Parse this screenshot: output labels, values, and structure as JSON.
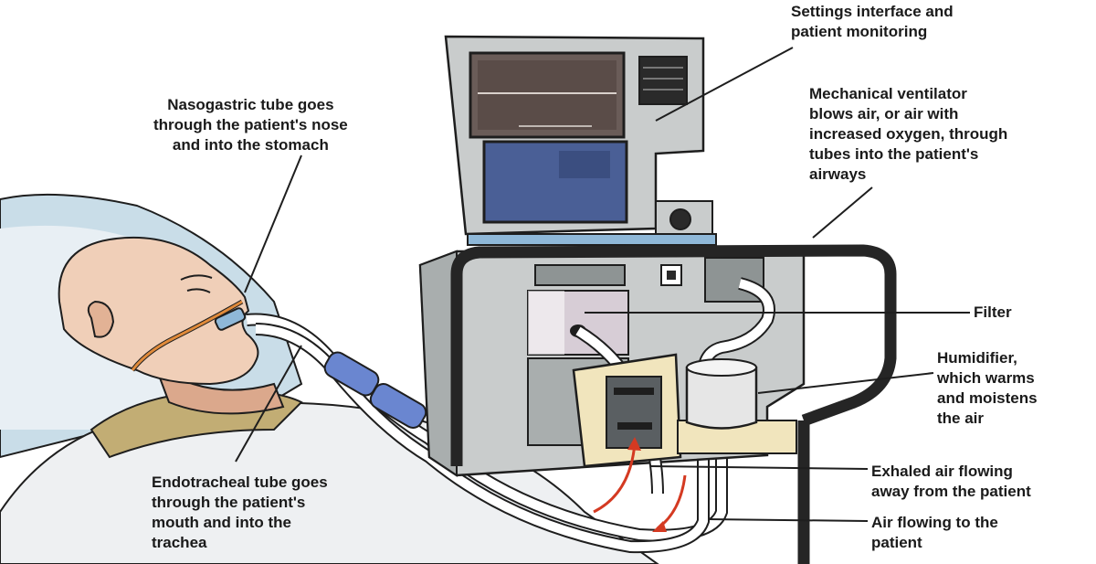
{
  "labels": {
    "settings": "Settings interface and\npatient monitoring",
    "ventilator": "Mechanical ventilator\nblows air, or air with\nincreased oxygen, through\ntubes into the patient's\nairways",
    "nasogastric": "Nasogastric tube goes\nthrough the patient's nose\nand into the stomach",
    "filter": "Filter",
    "humidifier": "Humidifier,\nwhich warms\nand moistens\nthe air",
    "exhaled": "Exhaled air flowing\naway from the patient",
    "air_to_patient": "Air flowing to the\npatient",
    "endotracheal": "Endotracheal tube goes\nthrough the patient's\nmouth and into the\ntrachea"
  },
  "colors": {
    "machine": "#c9cccc",
    "machine_dark": "#8e9494",
    "outline": "#1e1e1e",
    "screen_blue": "#4a5f96",
    "screen_brown": "#6a5c58",
    "skin": "#f0cfb8",
    "skin_shadow": "#dba88c",
    "pillow": "#c9dde8",
    "sheet": "#eef0f2",
    "shirt": "#c2ad74",
    "tube": "#ffffff",
    "connector": "#6a86d0",
    "cream": "#f1e5bd",
    "arrow_red": "#d43a22",
    "frame": "#252525"
  }
}
